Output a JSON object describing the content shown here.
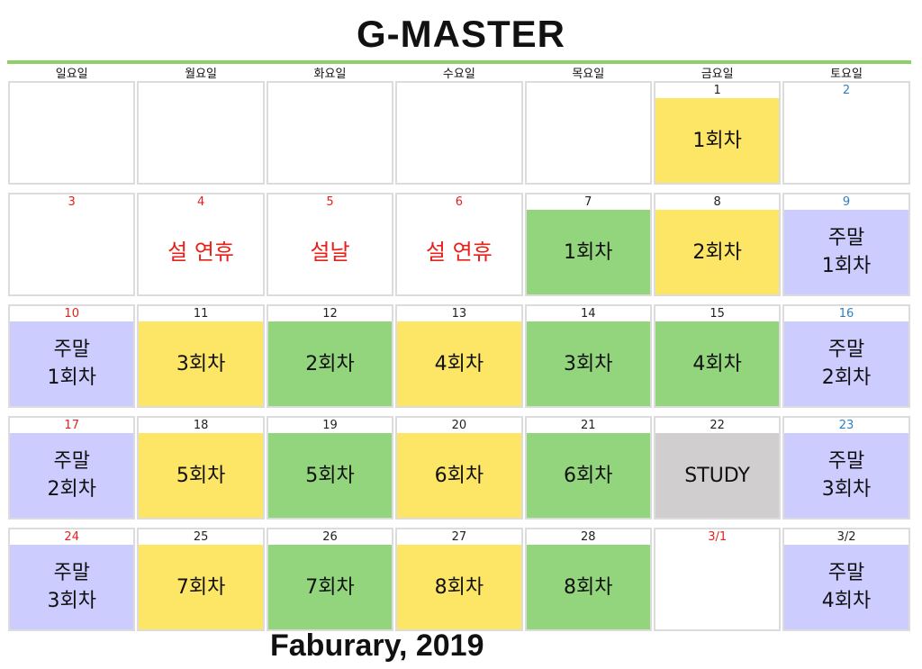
{
  "title": "G-MASTER",
  "footer": "Faburary, 2019",
  "weekdays": [
    "일요일",
    "월요일",
    "화요일",
    "수요일",
    "목요일",
    "금요일",
    "토요일"
  ],
  "colors": {
    "session_weekday_a": "#fde565",
    "session_weekday_b": "#93d57d",
    "session_weekend": "#ccccff",
    "study": "#d0cece",
    "holiday_text": "#e8201a",
    "saturday_number": "#2f7fbf",
    "sunday_number": "#e0231b",
    "rule": "#8fcf6a"
  },
  "weeks": [
    [
      {
        "day": "",
        "kind": "",
        "label": "",
        "fill": "",
        "numColor": ""
      },
      {
        "day": "",
        "kind": "",
        "label": "",
        "fill": "",
        "numColor": ""
      },
      {
        "day": "",
        "kind": "",
        "label": "",
        "fill": "",
        "numColor": ""
      },
      {
        "day": "",
        "kind": "",
        "label": "",
        "fill": "",
        "numColor": ""
      },
      {
        "day": "",
        "kind": "",
        "label": "",
        "fill": "",
        "numColor": ""
      },
      {
        "day": "1",
        "label": "1회차",
        "fill": "yellow",
        "numColor": ""
      },
      {
        "day": "2",
        "label": "",
        "fill": "",
        "numColor": "sat"
      }
    ],
    [
      {
        "day": "3",
        "label": "",
        "fill": "",
        "numColor": "sun"
      },
      {
        "day": "4",
        "label": "설 연휴",
        "fill": "holidaytext",
        "numColor": "holiday"
      },
      {
        "day": "5",
        "label": "설날",
        "fill": "holidaytext",
        "numColor": "holiday"
      },
      {
        "day": "6",
        "label": "설 연휴",
        "fill": "holidaytext",
        "numColor": "holiday"
      },
      {
        "day": "7",
        "label": "1회차",
        "fill": "green",
        "numColor": ""
      },
      {
        "day": "8",
        "label": "2회차",
        "fill": "yellow",
        "numColor": ""
      },
      {
        "day": "9",
        "label": "주말\n1회차",
        "fill": "purple",
        "numColor": "sat"
      }
    ],
    [
      {
        "day": "10",
        "label": "주말\n1회차",
        "fill": "purple",
        "numColor": "sun"
      },
      {
        "day": "11",
        "label": "3회차",
        "fill": "yellow",
        "numColor": ""
      },
      {
        "day": "12",
        "label": "2회차",
        "fill": "green",
        "numColor": ""
      },
      {
        "day": "13",
        "label": "4회차",
        "fill": "yellow",
        "numColor": ""
      },
      {
        "day": "14",
        "label": "3회차",
        "fill": "green",
        "numColor": ""
      },
      {
        "day": "15",
        "label": "4회차",
        "fill": "green",
        "numColor": ""
      },
      {
        "day": "16",
        "label": "주말\n2회차",
        "fill": "purple",
        "numColor": "sat"
      }
    ],
    [
      {
        "day": "17",
        "label": "주말\n2회차",
        "fill": "purple",
        "numColor": "sun"
      },
      {
        "day": "18",
        "label": "5회차",
        "fill": "yellow",
        "numColor": ""
      },
      {
        "day": "19",
        "label": "5회차",
        "fill": "green",
        "numColor": ""
      },
      {
        "day": "20",
        "label": "6회차",
        "fill": "yellow",
        "numColor": ""
      },
      {
        "day": "21",
        "label": "6회차",
        "fill": "green",
        "numColor": ""
      },
      {
        "day": "22",
        "label": "STUDY",
        "fill": "gray",
        "numColor": ""
      },
      {
        "day": "23",
        "label": "주말\n3회차",
        "fill": "purple",
        "numColor": "sat"
      }
    ],
    [
      {
        "day": "24",
        "label": "주말\n3회차",
        "fill": "purple",
        "numColor": "sun"
      },
      {
        "day": "25",
        "label": "7회차",
        "fill": "yellow",
        "numColor": ""
      },
      {
        "day": "26",
        "label": "7회차",
        "fill": "green",
        "numColor": ""
      },
      {
        "day": "27",
        "label": "8회차",
        "fill": "yellow",
        "numColor": ""
      },
      {
        "day": "28",
        "label": "8회차",
        "fill": "green",
        "numColor": ""
      },
      {
        "day": "3/1",
        "label": "",
        "fill": "",
        "numColor": "holiday"
      },
      {
        "day": "3/2",
        "label": "주말\n4회차",
        "fill": "purple",
        "numColor": ""
      }
    ]
  ]
}
